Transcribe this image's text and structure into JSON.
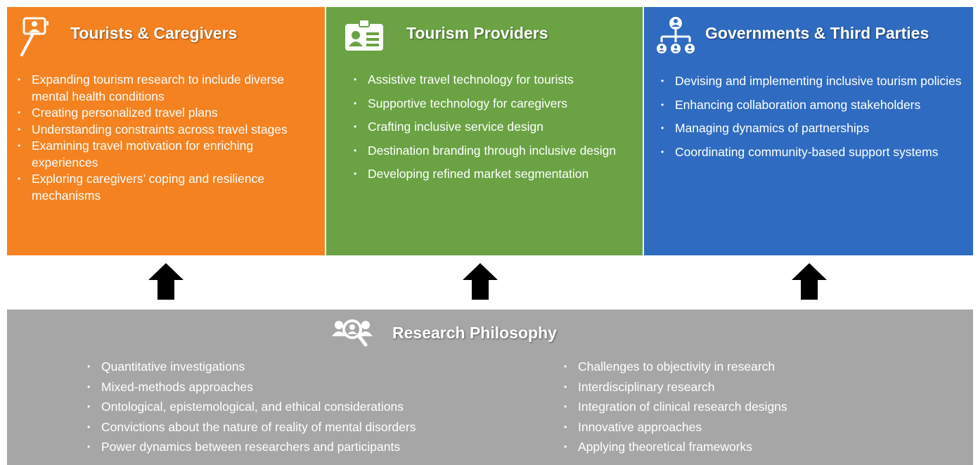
{
  "colors": {
    "tourists": "#f58220",
    "providers": "#6aa244",
    "governments": "#2f6bc0",
    "research": "#a6a6a6",
    "arrow": "#000000"
  },
  "panels": {
    "tourists": {
      "icon": "selfie-stick-icon",
      "title": "Tourists & Caregivers",
      "items": [
        "Expanding tourism research to include diverse mental health conditions",
        "Creating personalized travel plans",
        "Understanding constraints across travel stages",
        "Examining travel motivation for enriching experiences",
        "Exploring caregivers’ coping and resilience mechanisms"
      ]
    },
    "providers": {
      "icon": "id-card-icon",
      "title": "Tourism Providers",
      "items": [
        "Assistive travel technology for tourists",
        "Supportive technology for caregivers",
        "Crafting inclusive service design",
        "Destination branding through inclusive design",
        "Developing refined market segmentation"
      ]
    },
    "governments": {
      "icon": "org-chart-icon",
      "title": "Governments & Third Parties",
      "items": [
        "Devising and implementing inclusive tourism policies",
        "Enhancing collaboration among stakeholders",
        "Managing dynamics of partnerships",
        "Coordinating community-based support systems"
      ]
    }
  },
  "arrows": [
    "up-arrow-icon",
    "up-arrow-icon",
    "up-arrow-icon"
  ],
  "research": {
    "icon": "people-search-icon",
    "title": "Research Philosophy",
    "left_items": [
      "Quantitative investigations",
      "Mixed-methods approaches",
      "Ontological, epistemological, and ethical considerations",
      "Convictions about the nature of reality of mental disorders",
      "Power dynamics between researchers and participants"
    ],
    "right_items": [
      "Challenges to objectivity in research",
      "Interdisciplinary research",
      "Integration of clinical research designs",
      "Innovative approaches",
      "Applying theoretical frameworks"
    ]
  }
}
